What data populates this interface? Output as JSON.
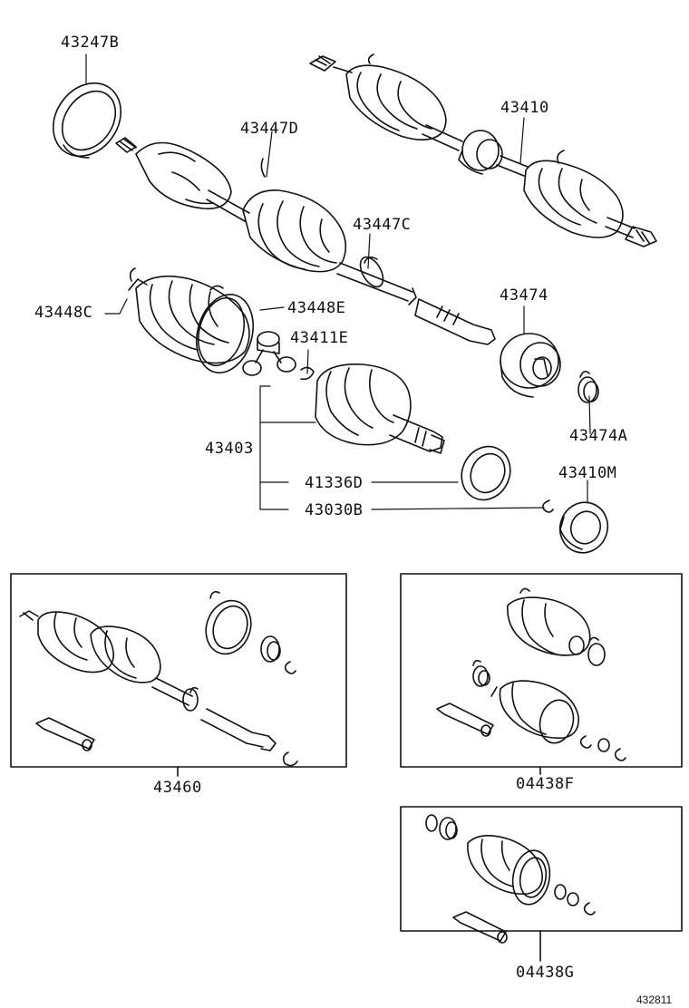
{
  "diagram": {
    "part_labels": {
      "p43247B": "43247B",
      "p43447D": "43447D",
      "p43410": "43410",
      "p43447C": "43447C",
      "p43448C": "43448C",
      "p43448E": "43448E",
      "p43474": "43474",
      "p43411E": "43411E",
      "p43403": "43403",
      "p43474A": "43474A",
      "p41336D": "41336D",
      "p43410M": "43410M",
      "p43030B": "43030B"
    },
    "kit_labels": {
      "k43460": "43460",
      "k04438F": "04438F",
      "k04438G": "04438G"
    },
    "figure_number": "432811"
  }
}
